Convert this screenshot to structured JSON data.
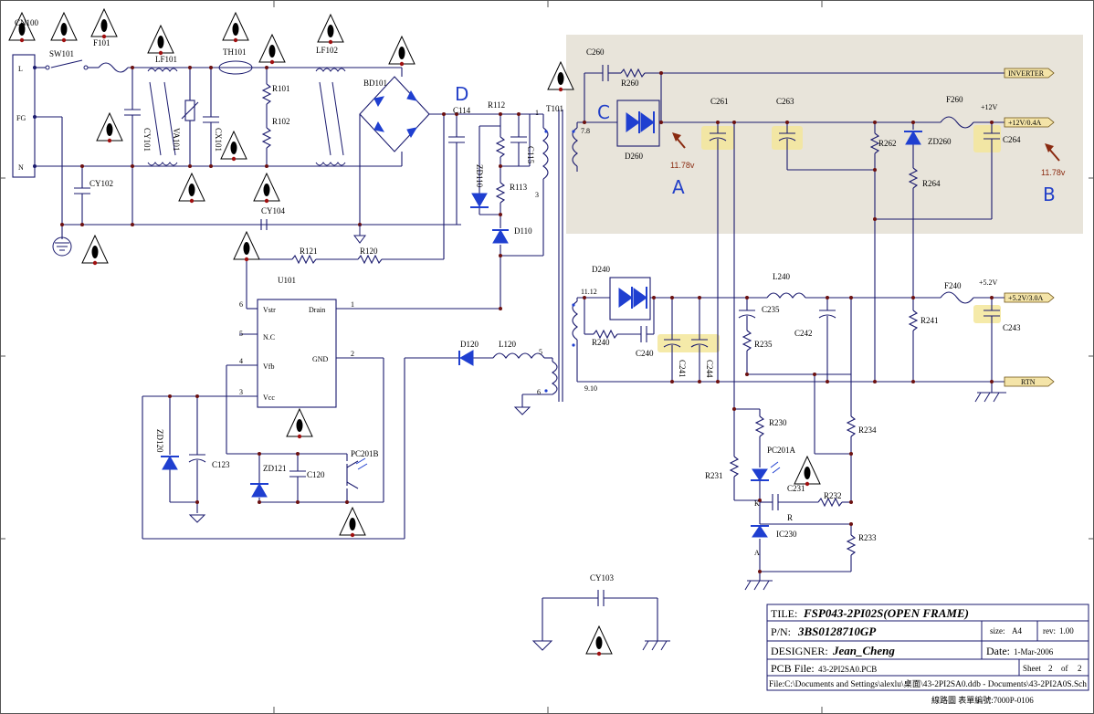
{
  "labels": {
    "cn100": "CN100",
    "sw101": "SW101",
    "f101": "F101",
    "lf101": "LF101",
    "th101": "TH101",
    "lf102": "LF102",
    "bd101": "BD101",
    "cy101": "CY101",
    "va101": "VA101",
    "cx101": "CX101",
    "r101": "R101",
    "r102": "R102",
    "cy102": "CY102",
    "cy104": "CY104",
    "r121": "R121",
    "r120": "R120",
    "u101": "U101",
    "c114": "C114",
    "r112": "R112",
    "c115": "C115",
    "zd110": "ZD110",
    "r113": "R113",
    "d110": "D110",
    "t101": "T101",
    "d120": "D120",
    "l120": "L120",
    "zd120": "ZD120",
    "c123": "C123",
    "zd121": "ZD121",
    "c120": "C120",
    "pc201b": "PC201B",
    "c260": "C260",
    "r260": "R260",
    "d260": "D260",
    "c261": "C261",
    "c263": "C263",
    "r262": "R262",
    "zd260": "ZD260",
    "r264": "R264",
    "f260": "F260",
    "c264": "C264",
    "d240": "D240",
    "r240": "R240",
    "c240": "C240",
    "c241": "C241",
    "c244": "C244",
    "l240": "L240",
    "c235": "C235",
    "r235": "R235",
    "c242": "C242",
    "r241": "R241",
    "f240": "F240",
    "c243": "C243",
    "r230": "R230",
    "pc201a": "PC201A",
    "r231": "R231",
    "c231": "C231",
    "r232": "R232",
    "r234": "R234",
    "r233": "R233",
    "ic230": "IC230",
    "r_pin": "R",
    "cy103": "CY103"
  },
  "cn_pins": {
    "l": "L",
    "fg": "FG",
    "n": "N"
  },
  "u101_pins": {
    "vstr": "Vstr",
    "nc": "N.C",
    "vfb": "Vfb",
    "vcc": "Vcc",
    "drain": "Drain",
    "gnd": "GND"
  },
  "pin_numbers": {
    "p1": "1",
    "p2": "2",
    "p3": "3",
    "p4": "4",
    "p5": "5",
    "p6": "6",
    "p78": "7.8",
    "p1112": "11.12",
    "p910": "9.10",
    "k": "K",
    "a": "A"
  },
  "ports": {
    "inverter": "INVERTER",
    "out12": "+12V/0.4A",
    "out52": "+5.2V/3.0A",
    "rtn": "RTN"
  },
  "rails": {
    "v12": "+12V",
    "v52": "+5.2V"
  },
  "annotations": {
    "a": "A",
    "b": "B",
    "c": "C",
    "d": "D",
    "volt_a": "11.78v",
    "volt_b": "11.78v"
  },
  "title_block": {
    "title_label": "TILE:",
    "title": "FSP043-2PI02S(OPEN FRAME)",
    "pn_label": "P/N:",
    "pn": "3BS0128710GP",
    "size_label": "size:",
    "size": "A4",
    "rev_label": "rev:",
    "rev": "1.00",
    "designer_label": "DESIGNER:",
    "designer": "Jean_Cheng",
    "date_label": "Date:",
    "date": "1-Mar-2006",
    "pcb_label": "PCB File:",
    "pcb": "43-2PI2SA0.PCB",
    "sheet_label": "Sheet",
    "sheet": "2",
    "of_label": "of",
    "sheets": "2",
    "file": "File:C:\\Documents and Settings\\alexlu\\桌面\\43-2PI2SA0.ddb - Documents\\43-2PI2A0S.Sch",
    "footer": "線路圖 表單編號:7000P-0106"
  },
  "colors": {
    "wire": "#1a1a6e",
    "component": "#1f3fd0",
    "highlight": "#f3e69a",
    "shade": "#e8e4da",
    "annotation": "#2340c8",
    "arrow": "#8a2a10"
  }
}
